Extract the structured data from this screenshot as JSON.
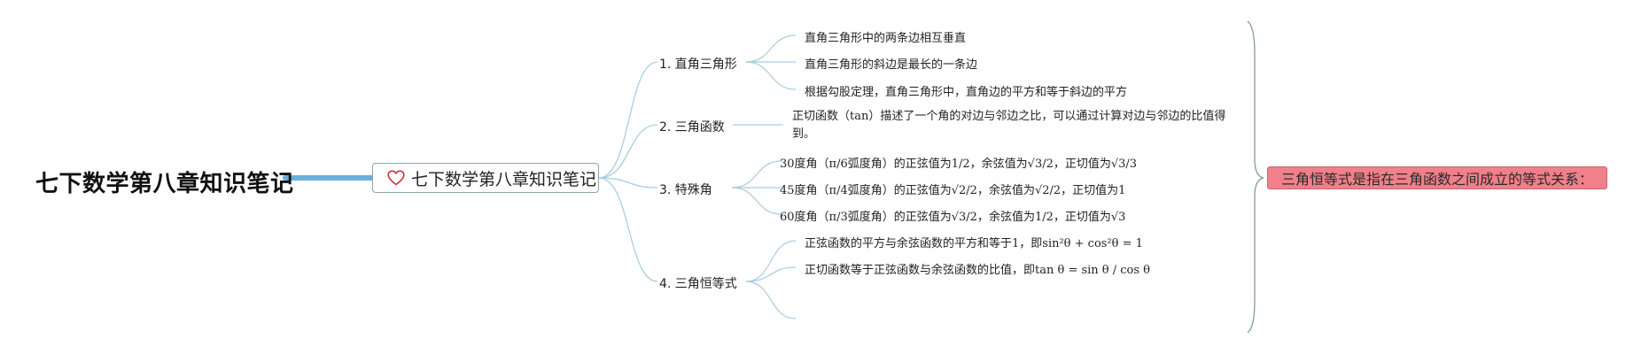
{
  "title": "七下数学第八章知识笔记",
  "root": {
    "label": "七下数学第八章知识笔记",
    "icon": "heart-icon",
    "icon_color": "#d0303a"
  },
  "branches": [
    {
      "label": "1. 直角三角形",
      "leaves": [
        "直角三角形中的两条边相互垂直",
        "直角三角形的斜边是最长的一条边",
        "根据勾股定理，直角三角形中，直角边的平方和等于斜边的平方"
      ]
    },
    {
      "label": "2. 三角函数",
      "leaves": [
        "正切函数（tan）描述了一个角的对边与邻边之比，可以通过计算对边与邻边的比值得到。"
      ]
    },
    {
      "label": "3. 特殊角",
      "leaves": [
        "30度角（π/6弧度角）的正弦值为1/2，余弦值为√3/2，正切值为√3/3",
        "45度角（π/4弧度角）的正弦值为√2/2，余弦值为√2/2，正切值为1",
        "60度角（π/3弧度角）的正弦值为√3/2，余弦值为1/2，正切值为√3"
      ]
    },
    {
      "label": "4. 三角恒等式",
      "leaves": [
        "正弦函数的平方与余弦函数的平方和等于1，即sin²θ + cos²θ = 1",
        "正切函数等于正弦函数与余弦函数的比值，即tan θ = sin θ / cos θ",
        ""
      ]
    }
  ],
  "callout": "三角恒等式是指在三角函数之间成立的等式关系：",
  "colors": {
    "connector": "#a9cde0",
    "thick_connector": "#6aaedb",
    "bracket": "#7f9c9a",
    "callout_fill": "#f0808a"
  }
}
